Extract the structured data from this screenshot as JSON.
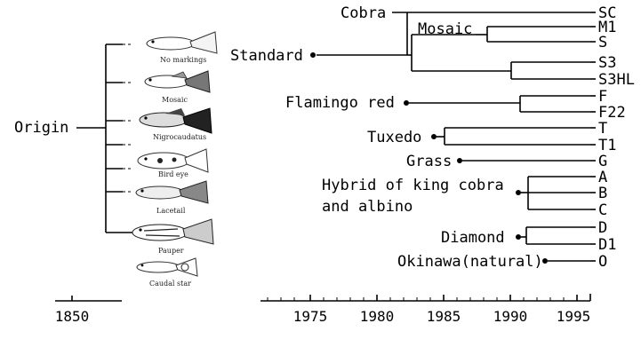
{
  "origin_label": "Origin",
  "fish": [
    {
      "caption": "No markings"
    },
    {
      "caption": "Mosaic"
    },
    {
      "caption": "Nigrocaudatus"
    },
    {
      "caption": "Bird eye"
    },
    {
      "caption": "Lacetail"
    },
    {
      "caption": "Pauper"
    },
    {
      "caption": "Caudal star"
    }
  ],
  "left_axis": {
    "tick_label": "1850"
  },
  "right_axis": {
    "tick_labels": [
      "1975",
      "1980",
      "1985",
      "1990",
      "1995"
    ]
  },
  "groups": {
    "cobra": "Cobra",
    "mosaic": "Mosaic",
    "standard": "Standard",
    "flamingo": "Flamingo red",
    "tuxedo": "Tuxedo",
    "grass": "Grass",
    "hybrid_line1": "Hybrid of king cobra",
    "hybrid_line2": "and albino",
    "diamond": "Diamond",
    "okinawa": "Okinawa(natural)"
  },
  "leaves": [
    "SC",
    "M1",
    "S",
    "S3",
    "S3HL",
    "F",
    "F22",
    "T",
    "T1",
    "G",
    "A",
    "B",
    "C",
    "D",
    "D1",
    "O"
  ]
}
